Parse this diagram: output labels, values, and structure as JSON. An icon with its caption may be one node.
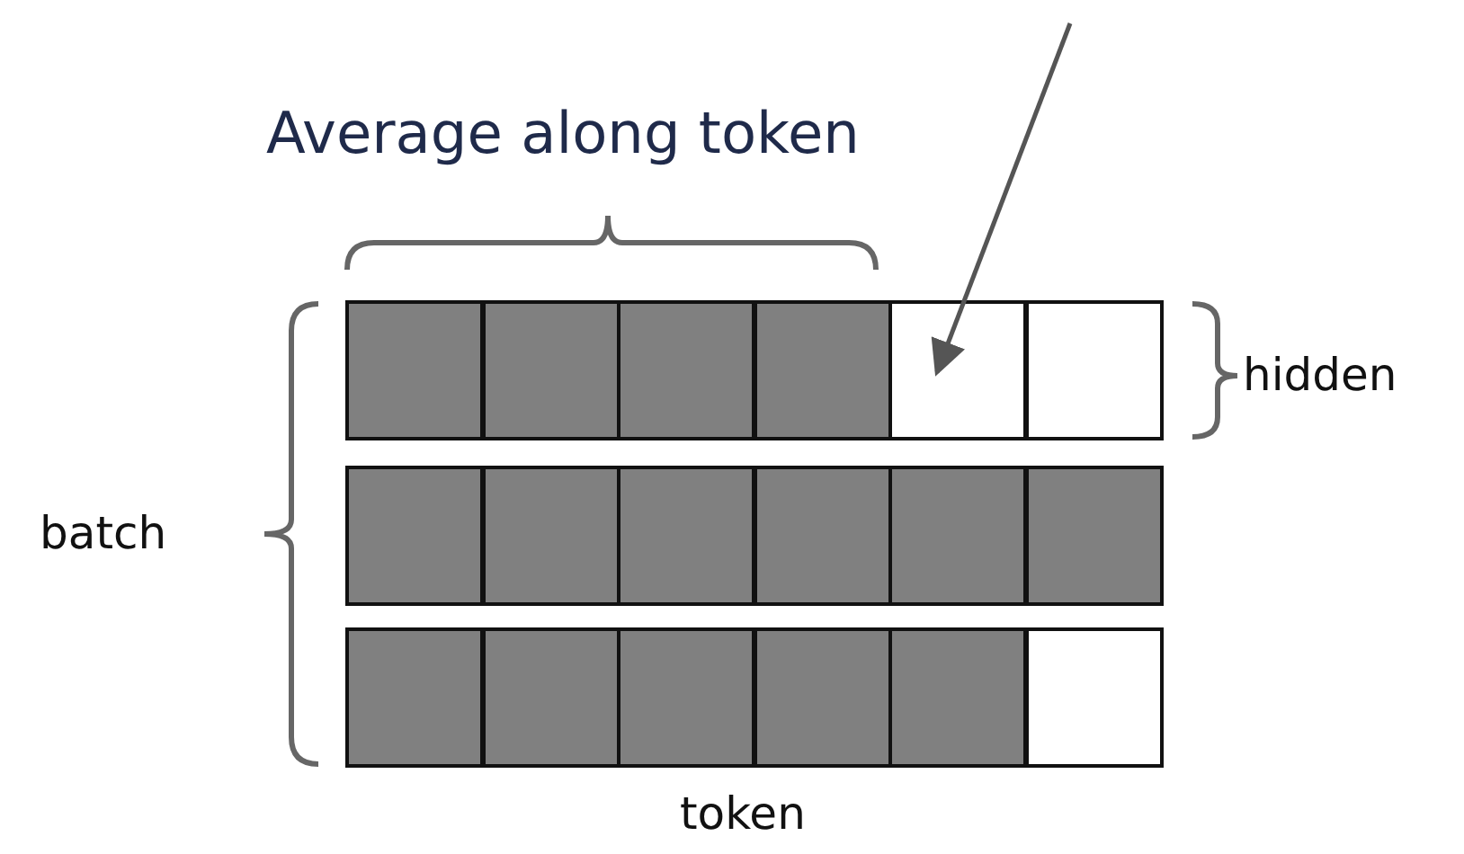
{
  "diagram": {
    "title": "Average along token",
    "nodes": [
      {
        "text": [],
        "shape": "box"
      },
      {
        "text": [],
        "shape": "box"
      },
      {
        "text": [],
        "shape": "box"
      },
      {
        "text": [],
        "shape": "box"
      },
      {
        "text": [],
        "shape": "box"
      },
      {
        "text": [],
        "shape": "box"
      },
      {
        "text": [],
        "shape": "box"
      },
      {
        "text": [],
        "shape": "box"
      },
      {
        "text": [],
        "shape": "box"
      },
      {
        "text": [],
        "shape": "box"
      },
      {
        "text": [],
        "shape": "box"
      },
      {
        "text": [],
        "shape": "box"
      },
      {
        "text": [],
        "shape": "box"
      },
      {
        "text": [],
        "shape": "box"
      },
      {
        "text": [],
        "shape": "box"
      },
      {
        "text": [],
        "shape": "box"
      },
      {
        "text": [],
        "shape": "box"
      },
      {
        "text": [],
        "shape": "box"
      }
    ],
    "edges": [
      {
        "from": null,
        "to": 4,
        "arrow": "to"
      }
    ],
    "labels": [
      "hidden",
      "batch",
      "token"
    ]
  }
}
